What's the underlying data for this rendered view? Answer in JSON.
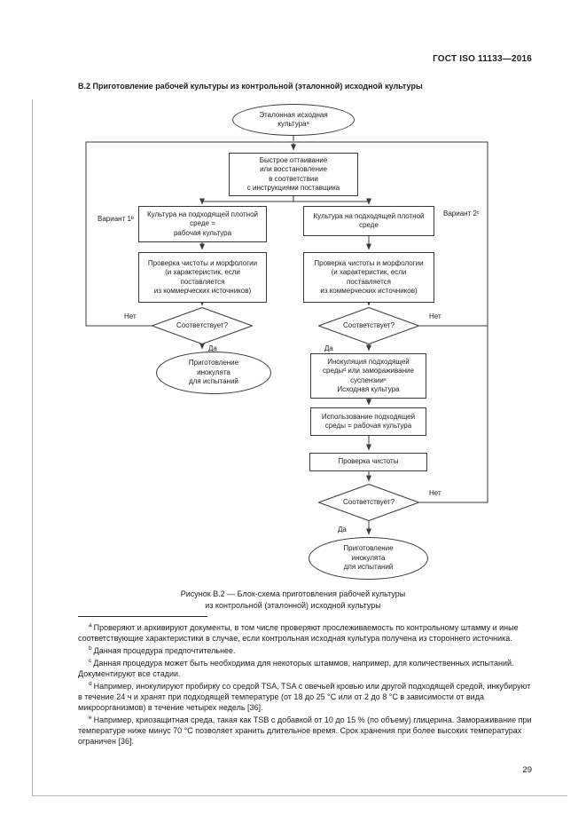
{
  "header": {
    "doc_number": "ГОСТ ISO 11133—2016"
  },
  "section_title": "В.2 Приготовление рабочей культуры из контрольной (эталонной) исходной культуры",
  "flowchart": {
    "nodes": {
      "start": "Эталонная исходная\nкультураᵃ",
      "thawing": "Быстрое оттаивание\nили восстановление\nв соответствии\nс инструкциями поставщика",
      "culture_left": "Культура на подходящей плотной\nсреде =\nрабочая культура",
      "culture_right": "Культура на подходящей плотной\nсреде",
      "check_purity": "Проверка чистоты и морфологии\n(и характеристик, если\nпоставляется\nиз коммерческих источников)",
      "decision": "Соответствует?",
      "prepare_inoculum": "Приготовление\nинокулята\nдля испытаний",
      "inoculation": "Инокуляция подходящей\nсредыᵈ или замораживание\nсуспензииᵉ\nИсходная культура",
      "use_medium": "Использование подходящей\nсреды = рабочая культура",
      "purity_check": "Проверка чистоты"
    },
    "labels": {
      "variant1": "Вариант 1ᵇ",
      "variant2": "Вариант 2ᶜ",
      "yes": "Да",
      "no": "Нет"
    }
  },
  "caption": {
    "line1": "Рисунок В.2 — Блок-схема приготовления рабочей культуры",
    "line2": "из контрольной (эталонной) исходной культуры"
  },
  "footnotes": [
    {
      "sup": "a",
      "text": "Проверяют и архивируют документы, в том числе проверяют прослеживаемость по контрольному штамму и иные соответствующие характеристики в случае, если контрольная исходная культура получена из стороннего источника."
    },
    {
      "sup": "b",
      "text": "Данная процедура предпочтительнее."
    },
    {
      "sup": "c",
      "text": "Данная процедура может быть необходима для некоторых штаммов, например, для количественных испытаний. Документируют все стадии."
    },
    {
      "sup": "d",
      "text": "Например, инокулируют пробирку со средой TSA, TSA с овечьей кровью или другой подходящей средой, инкубируют в течение 24 ч и хранят при подходящей температуре (от 18 до 25 °С или от 2 до 8 °С в зависимости от вида микроорганизмов) в течение четырех недель [36]."
    },
    {
      "sup": "e",
      "text": "Например, криозащитная среда, такая как TSB с добавкой от 10 до 15 % (по объему) глицерина. Замораживание при температуре ниже минус 70 °С позволяет хранить длительное время. Срок хранения при более высоких температурах ограничен [36]."
    }
  ],
  "page_number": "29"
}
